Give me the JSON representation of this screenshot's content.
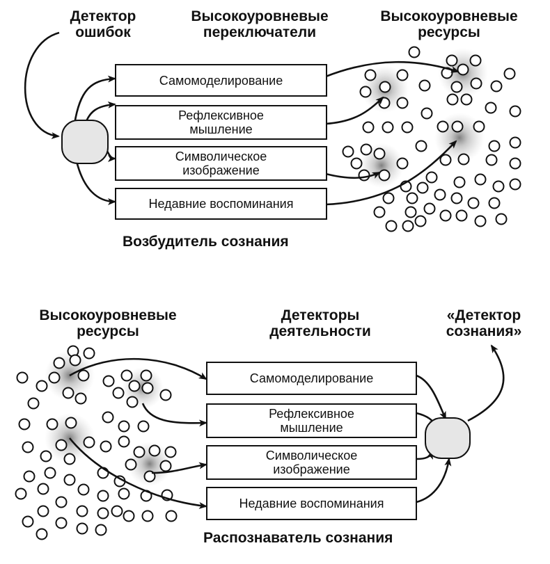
{
  "top": {
    "headers": {
      "detector": [
        "Детектор",
        "ошибок"
      ],
      "switches": [
        "Высокоуровневые",
        "переключатели"
      ],
      "resources": [
        "Высокоуровневые",
        "ресурсы"
      ]
    },
    "boxes": [
      [
        "Самомоделирование"
      ],
      [
        "Рефлексивное",
        "мышление"
      ],
      [
        "Символическое",
        "изображение"
      ],
      [
        "Недавние воспоминания"
      ]
    ],
    "caption": "Возбудитель сознания"
  },
  "bottom": {
    "headers": {
      "resources": [
        "Высокоуровневые",
        "ресурсы"
      ],
      "detectors": [
        "Детекторы",
        "деятельности"
      ],
      "consciousness": [
        "«Детектор",
        "сознания»"
      ]
    },
    "boxes": [
      [
        "Самомоделирование"
      ],
      [
        "Рефлексивное",
        "мышление"
      ],
      [
        "Символическое",
        "изображение"
      ],
      [
        "Недавние воспоминания"
      ]
    ],
    "caption": "Распознаватель сознания"
  }
}
